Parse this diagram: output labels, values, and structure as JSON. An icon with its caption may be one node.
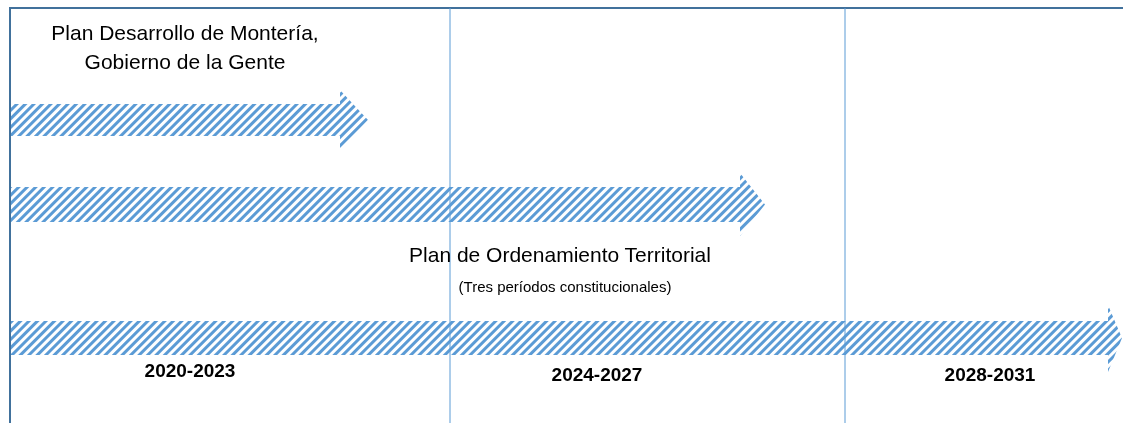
{
  "diagram": {
    "labels": [
      "Plan Desarrollo de Montería, Gobierno de la Gente",
      "Plan de Ordenamiento Territorial",
      "(Tres períodos constitucionales)",
      "2020-2023",
      "2024-2027",
      "2028-2031"
    ]
  }
}
